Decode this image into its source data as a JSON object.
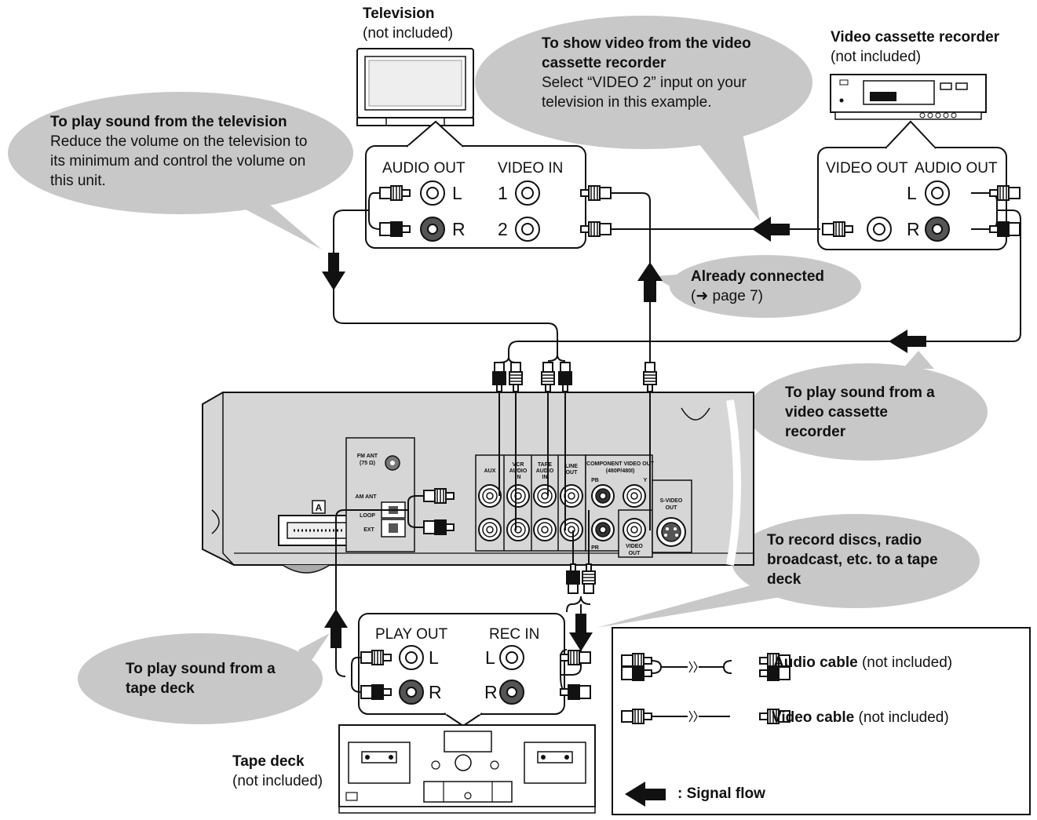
{
  "devices": {
    "tv": {
      "name": "Television",
      "note": "(not included)"
    },
    "vcr": {
      "name": "Video cassette recorder",
      "note": "(not included)"
    },
    "tape": {
      "name": "Tape deck",
      "note": "(not included)"
    }
  },
  "panels": {
    "tv": {
      "audio_out": "AUDIO OUT",
      "video_in": "VIDEO IN",
      "l": "L",
      "r": "R",
      "in1": "1",
      "in2": "2"
    },
    "vcr": {
      "video_out": "VIDEO OUT",
      "audio_out": "AUDIO OUT",
      "l": "L",
      "r": "R"
    },
    "tape": {
      "play_out": "PLAY OUT",
      "rec_in": "REC IN",
      "l": "L",
      "r": "R"
    }
  },
  "bubbles": {
    "tv_sound": {
      "title": "To play sound from the television",
      "text": [
        "Reduce the volume on the television to",
        "its minimum and control the volume on",
        "this unit."
      ]
    },
    "vcr_video": {
      "title": [
        "To show video from the video",
        "cassette recorder"
      ],
      "text": [
        "Select “VIDEO 2” input on your",
        "television in this example."
      ]
    },
    "connected": {
      "title": "Already connected",
      "text": "(➜ page 7)"
    },
    "vcr_sound": {
      "title": [
        "To play sound from a",
        "video cassette",
        "recorder"
      ]
    },
    "record": {
      "title": [
        "To record discs, radio",
        "broadcast, etc. to a tape",
        "deck"
      ]
    },
    "tape_sound": {
      "title": [
        "To play sound from a",
        "tape deck"
      ]
    }
  },
  "unit": {
    "fm_ant": "FM ANT",
    "fm_ohm": "(75 Ω)",
    "am_ant": "AM ANT",
    "loop": "LOOP",
    "ext": "EXT",
    "connector": "A",
    "aux": "AUX",
    "vcr_audio": [
      "VCR",
      "AUDIO",
      "IN"
    ],
    "tape_audio": [
      "TAPE",
      "AUDIO",
      "IN"
    ],
    "line_out": [
      "LINE",
      "OUT"
    ],
    "component": [
      "COMPONENT VIDEO OUT",
      "(480P/480I)"
    ],
    "pb": "PB",
    "pr": "PR",
    "y": "Y",
    "s_video": [
      "S-VIDEO",
      "OUT"
    ],
    "video_out": [
      "VIDEO",
      "OUT"
    ]
  },
  "legend": {
    "audio_label": "Audio cable",
    "audio_note": " (not included)",
    "video_label": "Video cable",
    "video_note": " (not included)",
    "signal": ": Signal flow"
  }
}
